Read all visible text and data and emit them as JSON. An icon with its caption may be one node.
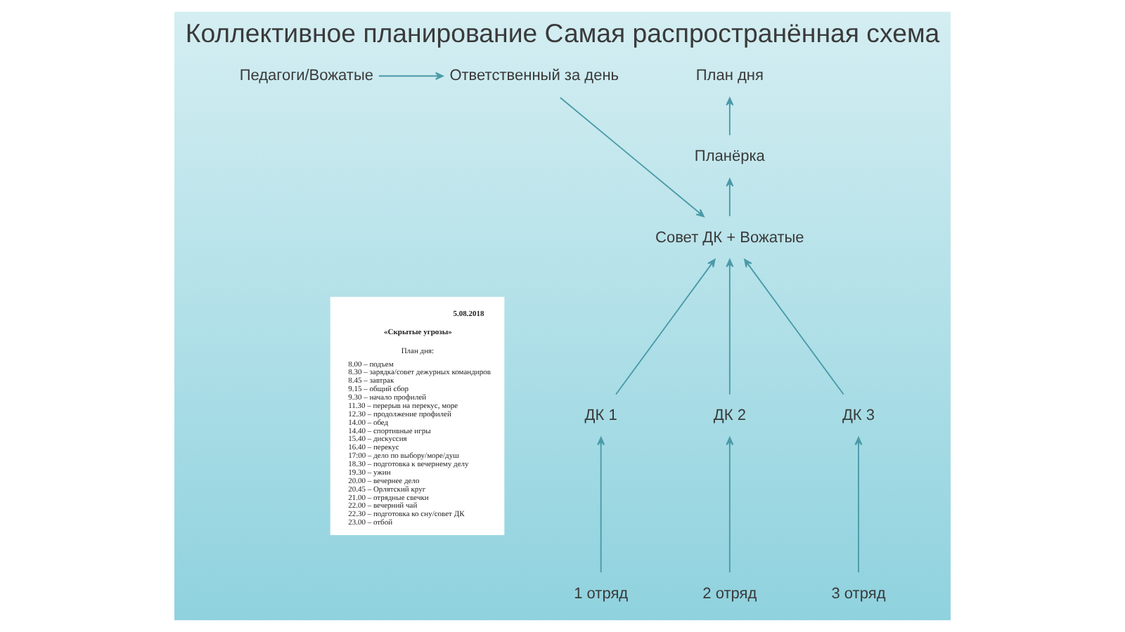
{
  "diagram": {
    "title": "Коллективное планирование Самая распространённая схема",
    "nodes": [
      {
        "text": [
          "План дня"
        ]
      },
      {
        "text": [
          "Ответственный за день"
        ]
      },
      {
        "text": [
          "Педагоги/Вожатые"
        ]
      },
      {
        "text": [
          "Планёрка"
        ]
      },
      {
        "text": [
          "Совет ДК + Вожатые"
        ]
      },
      {
        "text": [
          "ДК 1"
        ]
      },
      {
        "text": [
          "ДК 2"
        ]
      },
      {
        "text": [
          "ДК 3"
        ]
      },
      {
        "text": [
          "1 отряд"
        ]
      },
      {
        "text": [
          "2 отряд"
        ]
      },
      {
        "text": [
          "3 отряд"
        ]
      },
      {
        "text": [
          "5.08.2018",
          "«Скрытые угрозы»",
          "План дня:",
          "8.00 – подъем",
          "8.30 – зарядка/совет дежурных командиров",
          "8.45 – завтрак",
          "9.15 – общий сбор",
          "9.30 – начало профилей",
          "11.30 – перерыв на перекус, море",
          "12.30 – продолжение профилей",
          "14.00 – обед",
          "14.40 – спортивные игры",
          "15.40 – дискуссия",
          "16.40 – перекус",
          "17:00 – дело по выбору/море/душ",
          "18.30 – подготовка к вечернему делу",
          "19.30 – ужин",
          "20.00 – вечернее дело",
          "20.45 – Орлятский круг",
          "21.00 – отрядные свечки",
          "22.00 – вечерний чай",
          "22.30 – подготовка ко сну/совет ДК",
          "23.00 – отбой"
        ]
      }
    ],
    "edges": [
      {
        "from": 2,
        "to": 1,
        "arrow": "to"
      },
      {
        "from": 1,
        "to": 4,
        "arrow": "to"
      },
      {
        "from": 4,
        "to": 3,
        "arrow": "to"
      },
      {
        "from": 3,
        "to": 0,
        "arrow": "to"
      },
      {
        "from": 5,
        "to": 4,
        "arrow": "to"
      },
      {
        "from": 6,
        "to": 4,
        "arrow": "to"
      },
      {
        "from": 7,
        "to": 4,
        "arrow": "to"
      },
      {
        "from": 8,
        "to": 5,
        "arrow": "to"
      },
      {
        "from": 9,
        "to": 6,
        "arrow": "to"
      },
      {
        "from": 10,
        "to": 7,
        "arrow": "to"
      }
    ]
  }
}
